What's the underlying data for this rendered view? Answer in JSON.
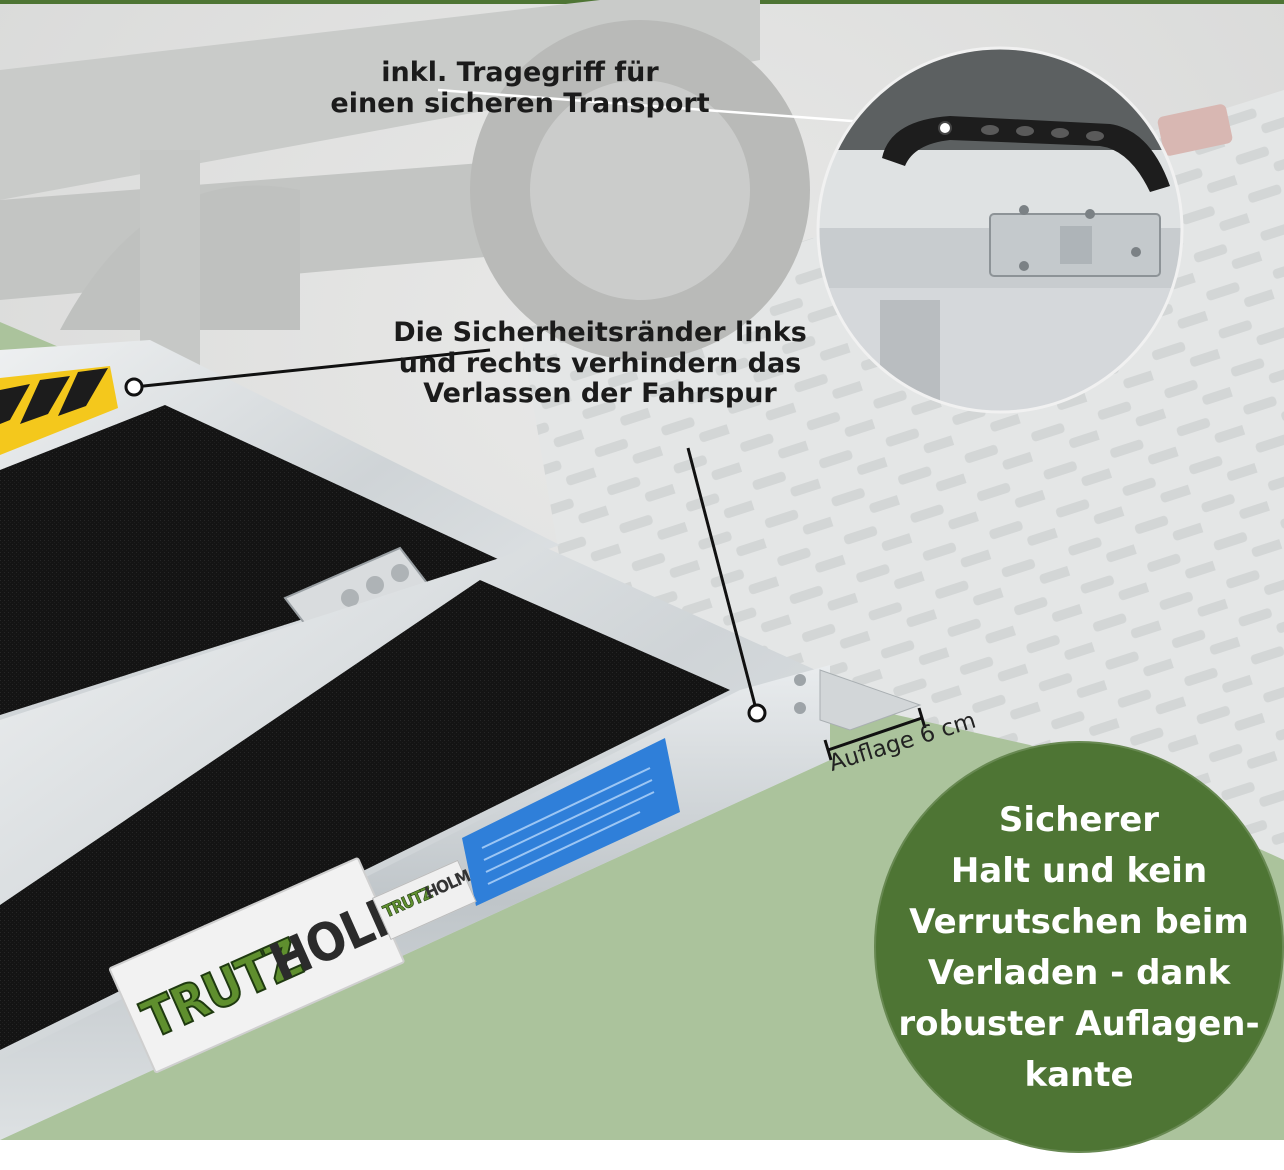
{
  "captions": {
    "handle": {
      "line1": "inkl. Tragegriff für",
      "line2": "einen sicheren Transport"
    },
    "edges": {
      "line1": "Die Sicherheitsränder links",
      "line2": "und rechts verhindern das",
      "line3": "Verlassen der Fahrspur"
    }
  },
  "badge": {
    "text": "Sicherer\nHalt und kein\nVerrutschen beim\nVerladen - dank\nrobuster Auflagen-\nkante",
    "color": "#4e7534"
  },
  "support_label": "Auflage 6 cm",
  "logo": {
    "part1": "TRUTZ",
    "part2": "HOLM"
  },
  "colors": {
    "green_floor": "#abc39c",
    "grip_tape": "#151515",
    "aluminium": "#d8dcde",
    "warning_yellow": "#f4c81c",
    "sticker_blue": "#2f7fd9",
    "top_bar": "#4e7534"
  }
}
